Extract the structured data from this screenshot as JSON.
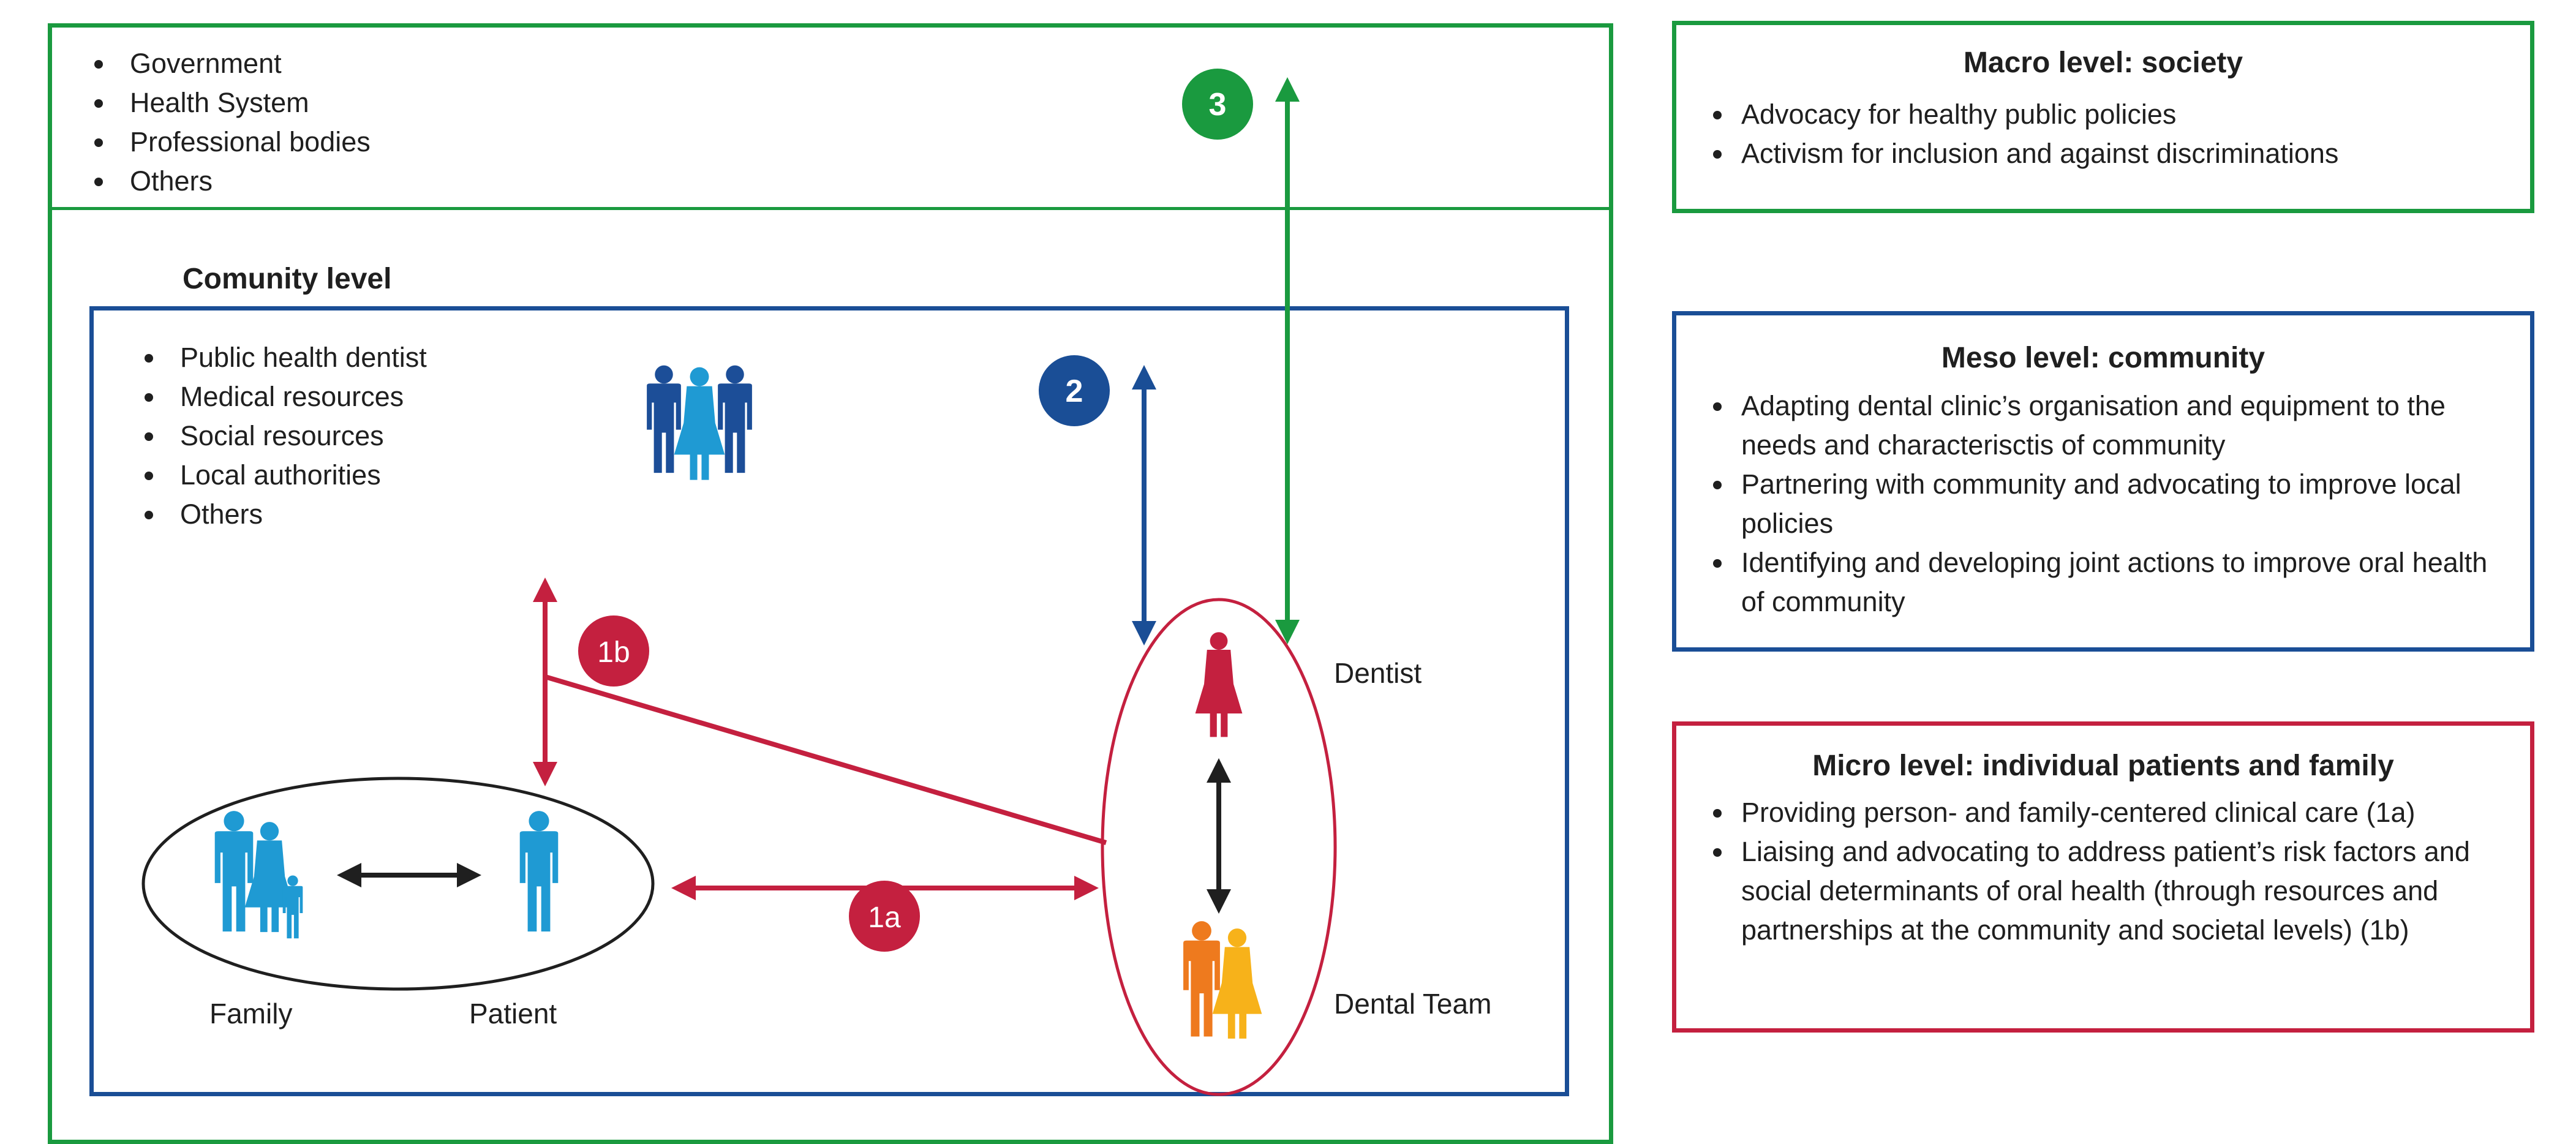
{
  "society_list": [
    "Government",
    "Health System",
    "Professional bodies",
    "Others"
  ],
  "community": {
    "title": "Comunity level",
    "list": [
      "Public health dentist",
      "Medical resources",
      "Social resources",
      "Local authorities",
      "Others"
    ]
  },
  "nodes": {
    "dentist": "Dentist",
    "dental_team": "Dental Team",
    "family": "Family",
    "patient": "Patient"
  },
  "badges": {
    "b3": "3",
    "b2": "2",
    "b1b": "1b",
    "b1a": "1a"
  },
  "panels": {
    "macro": {
      "title": "Macro level: society",
      "items": [
        "Advocacy for healthy public policies",
        "Activism for inclusion and against discriminations"
      ]
    },
    "meso": {
      "title": "Meso level: community",
      "items": [
        "Adapting dental clinic’s organisation and equipment to the needs and characterisctis of community",
        "Partnering with community and advocating to improve local policies",
        "Identifying and developing joint actions to improve oral health of community"
      ]
    },
    "micro": {
      "title": "Micro level: individual patients and family",
      "items": [
        "Providing person- and family-centered clinical care (1a)",
        "Liaising and advocating to address patient’s risk factors and social determinants of oral health (through resources and partnerships at the community and societal levels) (1b)"
      ]
    }
  },
  "colors": {
    "green": "#1a9a3f",
    "blue": "#1a4e96",
    "red": "#c4203f",
    "black": "#1f1f1f",
    "people_light_blue": "#1f9ad3",
    "people_dark_blue": "#1c4e98",
    "team_orange": "#ee7a1e",
    "team_yellow": "#f7b21a"
  }
}
